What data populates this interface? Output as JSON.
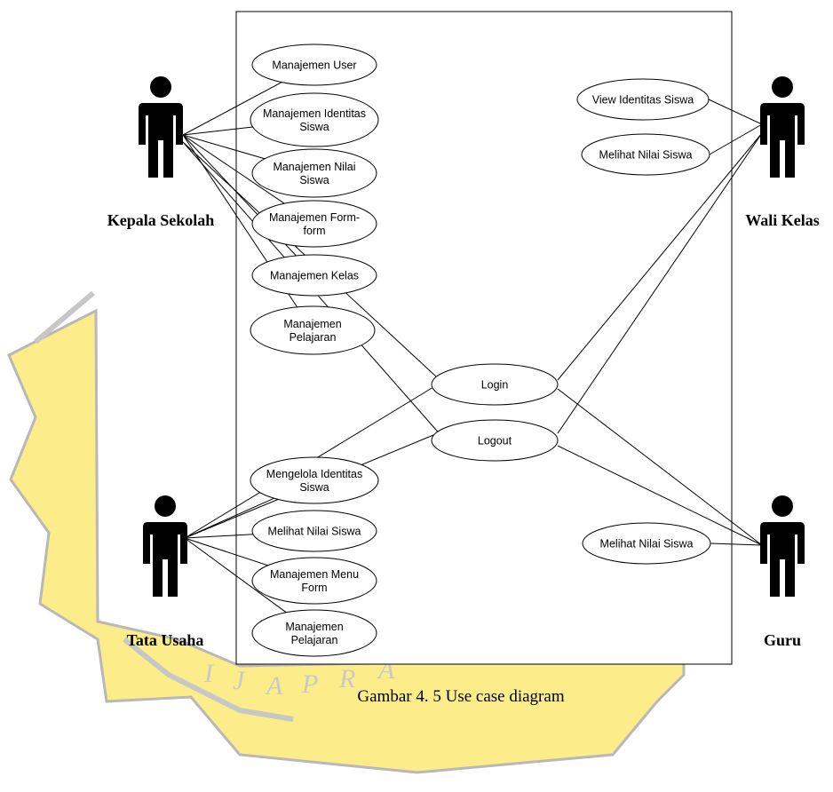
{
  "diagram": {
    "actors": [
      {
        "id": "kepala",
        "label": "Kepala Sekolah"
      },
      {
        "id": "wali",
        "label": "Wali Kelas"
      },
      {
        "id": "tata",
        "label": "Tata Usaha"
      },
      {
        "id": "guru",
        "label": "Guru"
      }
    ],
    "use_cases": [
      {
        "id": "uc1",
        "lines": [
          "Manajemen User"
        ]
      },
      {
        "id": "uc2",
        "lines": [
          "Manajemen Identitas",
          "Siswa"
        ]
      },
      {
        "id": "uc3",
        "lines": [
          "Manajemen Nilai",
          "Siswa"
        ]
      },
      {
        "id": "uc4",
        "lines": [
          "Manajemen Form-",
          "form"
        ]
      },
      {
        "id": "uc5",
        "lines": [
          "Manajemen Kelas"
        ]
      },
      {
        "id": "uc6",
        "lines": [
          "Manajemen",
          "Pelajaran"
        ]
      },
      {
        "id": "uc7",
        "lines": [
          "Login"
        ]
      },
      {
        "id": "uc8",
        "lines": [
          "Logout"
        ]
      },
      {
        "id": "uc9",
        "lines": [
          "View Identitas Siswa"
        ]
      },
      {
        "id": "uc10",
        "lines": [
          "Melihat Nilai Siswa"
        ]
      },
      {
        "id": "uc11",
        "lines": [
          "Mengelola Identitas",
          "Siswa"
        ]
      },
      {
        "id": "uc12",
        "lines": [
          "Melihat Nilai Siswa"
        ]
      },
      {
        "id": "uc13",
        "lines": [
          "Manajemen Menu",
          "Form"
        ]
      },
      {
        "id": "uc14",
        "lines": [
          "Manajemen",
          "Pelajaran"
        ]
      },
      {
        "id": "uc15",
        "lines": [
          "Melihat Nilai Siswa"
        ]
      }
    ],
    "associations": [
      [
        "kepala",
        "uc1"
      ],
      [
        "kepala",
        "uc2"
      ],
      [
        "kepala",
        "uc3"
      ],
      [
        "kepala",
        "uc4"
      ],
      [
        "kepala",
        "uc5"
      ],
      [
        "kepala",
        "uc6"
      ],
      [
        "kepala",
        "uc7"
      ],
      [
        "kepala",
        "uc8"
      ],
      [
        "wali",
        "uc9"
      ],
      [
        "wali",
        "uc10"
      ],
      [
        "wali",
        "uc7"
      ],
      [
        "wali",
        "uc8"
      ],
      [
        "tata",
        "uc11"
      ],
      [
        "tata",
        "uc12"
      ],
      [
        "tata",
        "uc13"
      ],
      [
        "tata",
        "uc14"
      ],
      [
        "tata",
        "uc7"
      ],
      [
        "tata",
        "uc8"
      ],
      [
        "guru",
        "uc15"
      ],
      [
        "guru",
        "uc7"
      ],
      [
        "guru",
        "uc8"
      ]
    ]
  },
  "caption": "Gambar 4. 5 Use case diagram",
  "watermark": {
    "letters": "IJAPRA",
    "color": "#fcec8a"
  },
  "colors": {
    "line": "#000000",
    "ellipse_fill": "#ffffff",
    "actor": "#000000"
  }
}
